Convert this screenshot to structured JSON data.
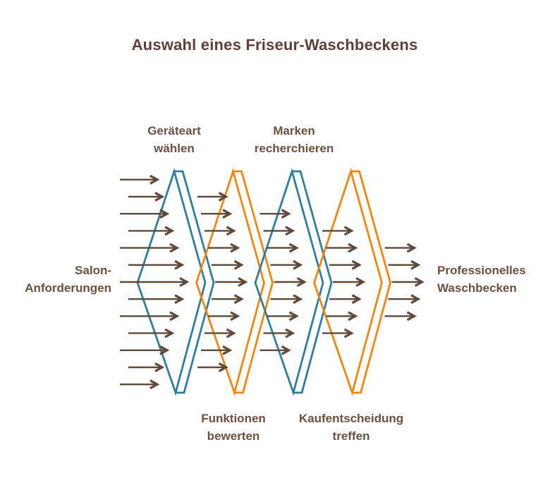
{
  "title": "Auswahl eines Friseur-Waschbeckens",
  "input": {
    "label_lines": [
      "Salon-",
      "Anforderungen"
    ]
  },
  "output": {
    "label_lines": [
      "Professionelles",
      "Waschbecken"
    ]
  },
  "stages": [
    {
      "id": 1,
      "label_lines": [
        "Geräteart",
        "wählen"
      ],
      "label_position": "top",
      "shape_color": "#2E7F9F"
    },
    {
      "id": 2,
      "label_lines": [
        "Funktionen",
        "bewerten"
      ],
      "label_position": "bottom",
      "shape_color": "#F6850F"
    },
    {
      "id": 3,
      "label_lines": [
        "Marken",
        "recherchieren"
      ],
      "label_position": "top",
      "shape_color": "#2E7F9F"
    },
    {
      "id": 4,
      "label_lines": [
        "Kaufentscheidung",
        "treffen"
      ],
      "label_position": "bottom",
      "shape_color": "#F6850F"
    }
  ],
  "flow": {
    "arrow_counts_per_column": [
      13,
      11,
      9,
      7,
      5
    ],
    "arrow_color": "#5E4A3A"
  },
  "colors": {
    "background": "#FFFFFF",
    "title_text": "#5D4037",
    "label_text": "#6B5040",
    "teal": "#2E7F9F",
    "orange": "#F6850F",
    "arrow": "#5E4A3A"
  }
}
